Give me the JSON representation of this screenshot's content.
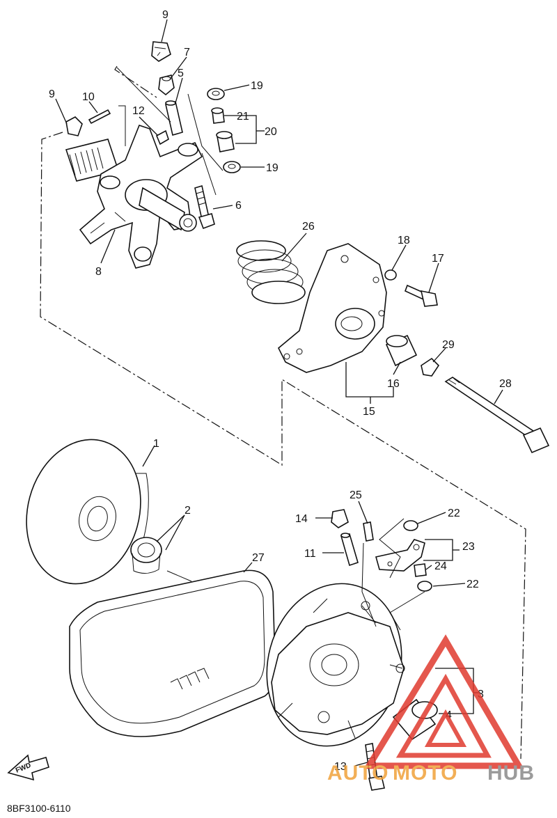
{
  "diagram": {
    "part_code": "8BF3100-6110",
    "fwd_label": "FWD",
    "callouts": {
      "c9a": "9",
      "c7": "7",
      "c5": "5",
      "c19a": "19",
      "c9b": "9",
      "c10": "10",
      "c12": "12",
      "c21": "21",
      "c20": "20",
      "c19b": "19",
      "c6": "6",
      "c8": "8",
      "c26": "26",
      "c18": "18",
      "c17": "17",
      "c29": "29",
      "c16": "16",
      "c15": "15",
      "c28": "28",
      "c1": "1",
      "c2": "2",
      "c27": "27",
      "c25": "25",
      "c14": "14",
      "c22a": "22",
      "c11": "11",
      "c23": "23",
      "c24": "24",
      "c22b": "22",
      "c3": "3",
      "c4": "4",
      "c13": "13"
    }
  },
  "watermark": {
    "auto": "AUTO",
    "moto": "MOTO",
    "hub": "HUB",
    "colors": {
      "triangle": "#e03a2f",
      "auto": "#f0a23a",
      "hub": "#8a8a8a"
    }
  }
}
